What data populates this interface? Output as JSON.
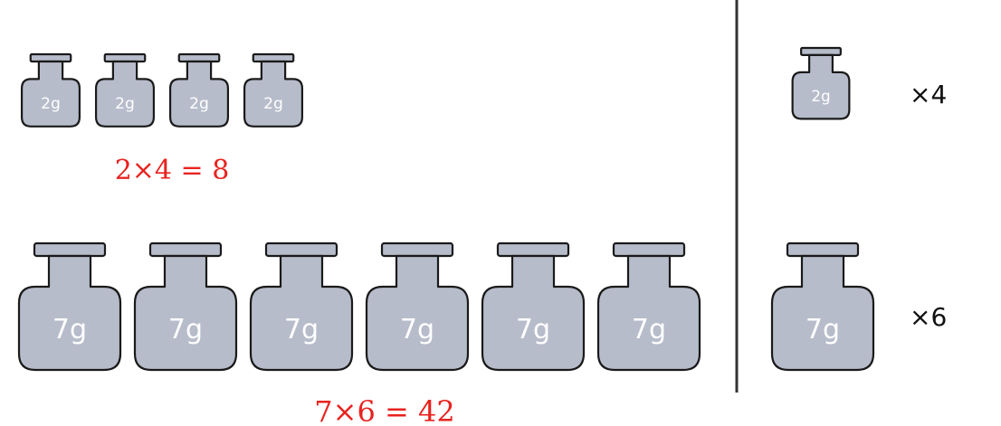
{
  "colors": {
    "weight_fill": "#b7bccb",
    "weight_stroke": "#1a1a1a",
    "label_color": "#ffffff",
    "equation_color": "#e8231f",
    "divider_color": "#333333"
  },
  "left_panel": {
    "small_group": {
      "weight_label": "2g",
      "count": 4,
      "equation": "2×4 = 8"
    },
    "large_group": {
      "weight_label": "7g",
      "count": 6,
      "equation": "7×6 = 42"
    }
  },
  "right_panel": {
    "small_key": {
      "weight_label": "2g",
      "multiplier": "×4"
    },
    "large_key": {
      "weight_label": "7g",
      "multiplier": "×6"
    }
  }
}
